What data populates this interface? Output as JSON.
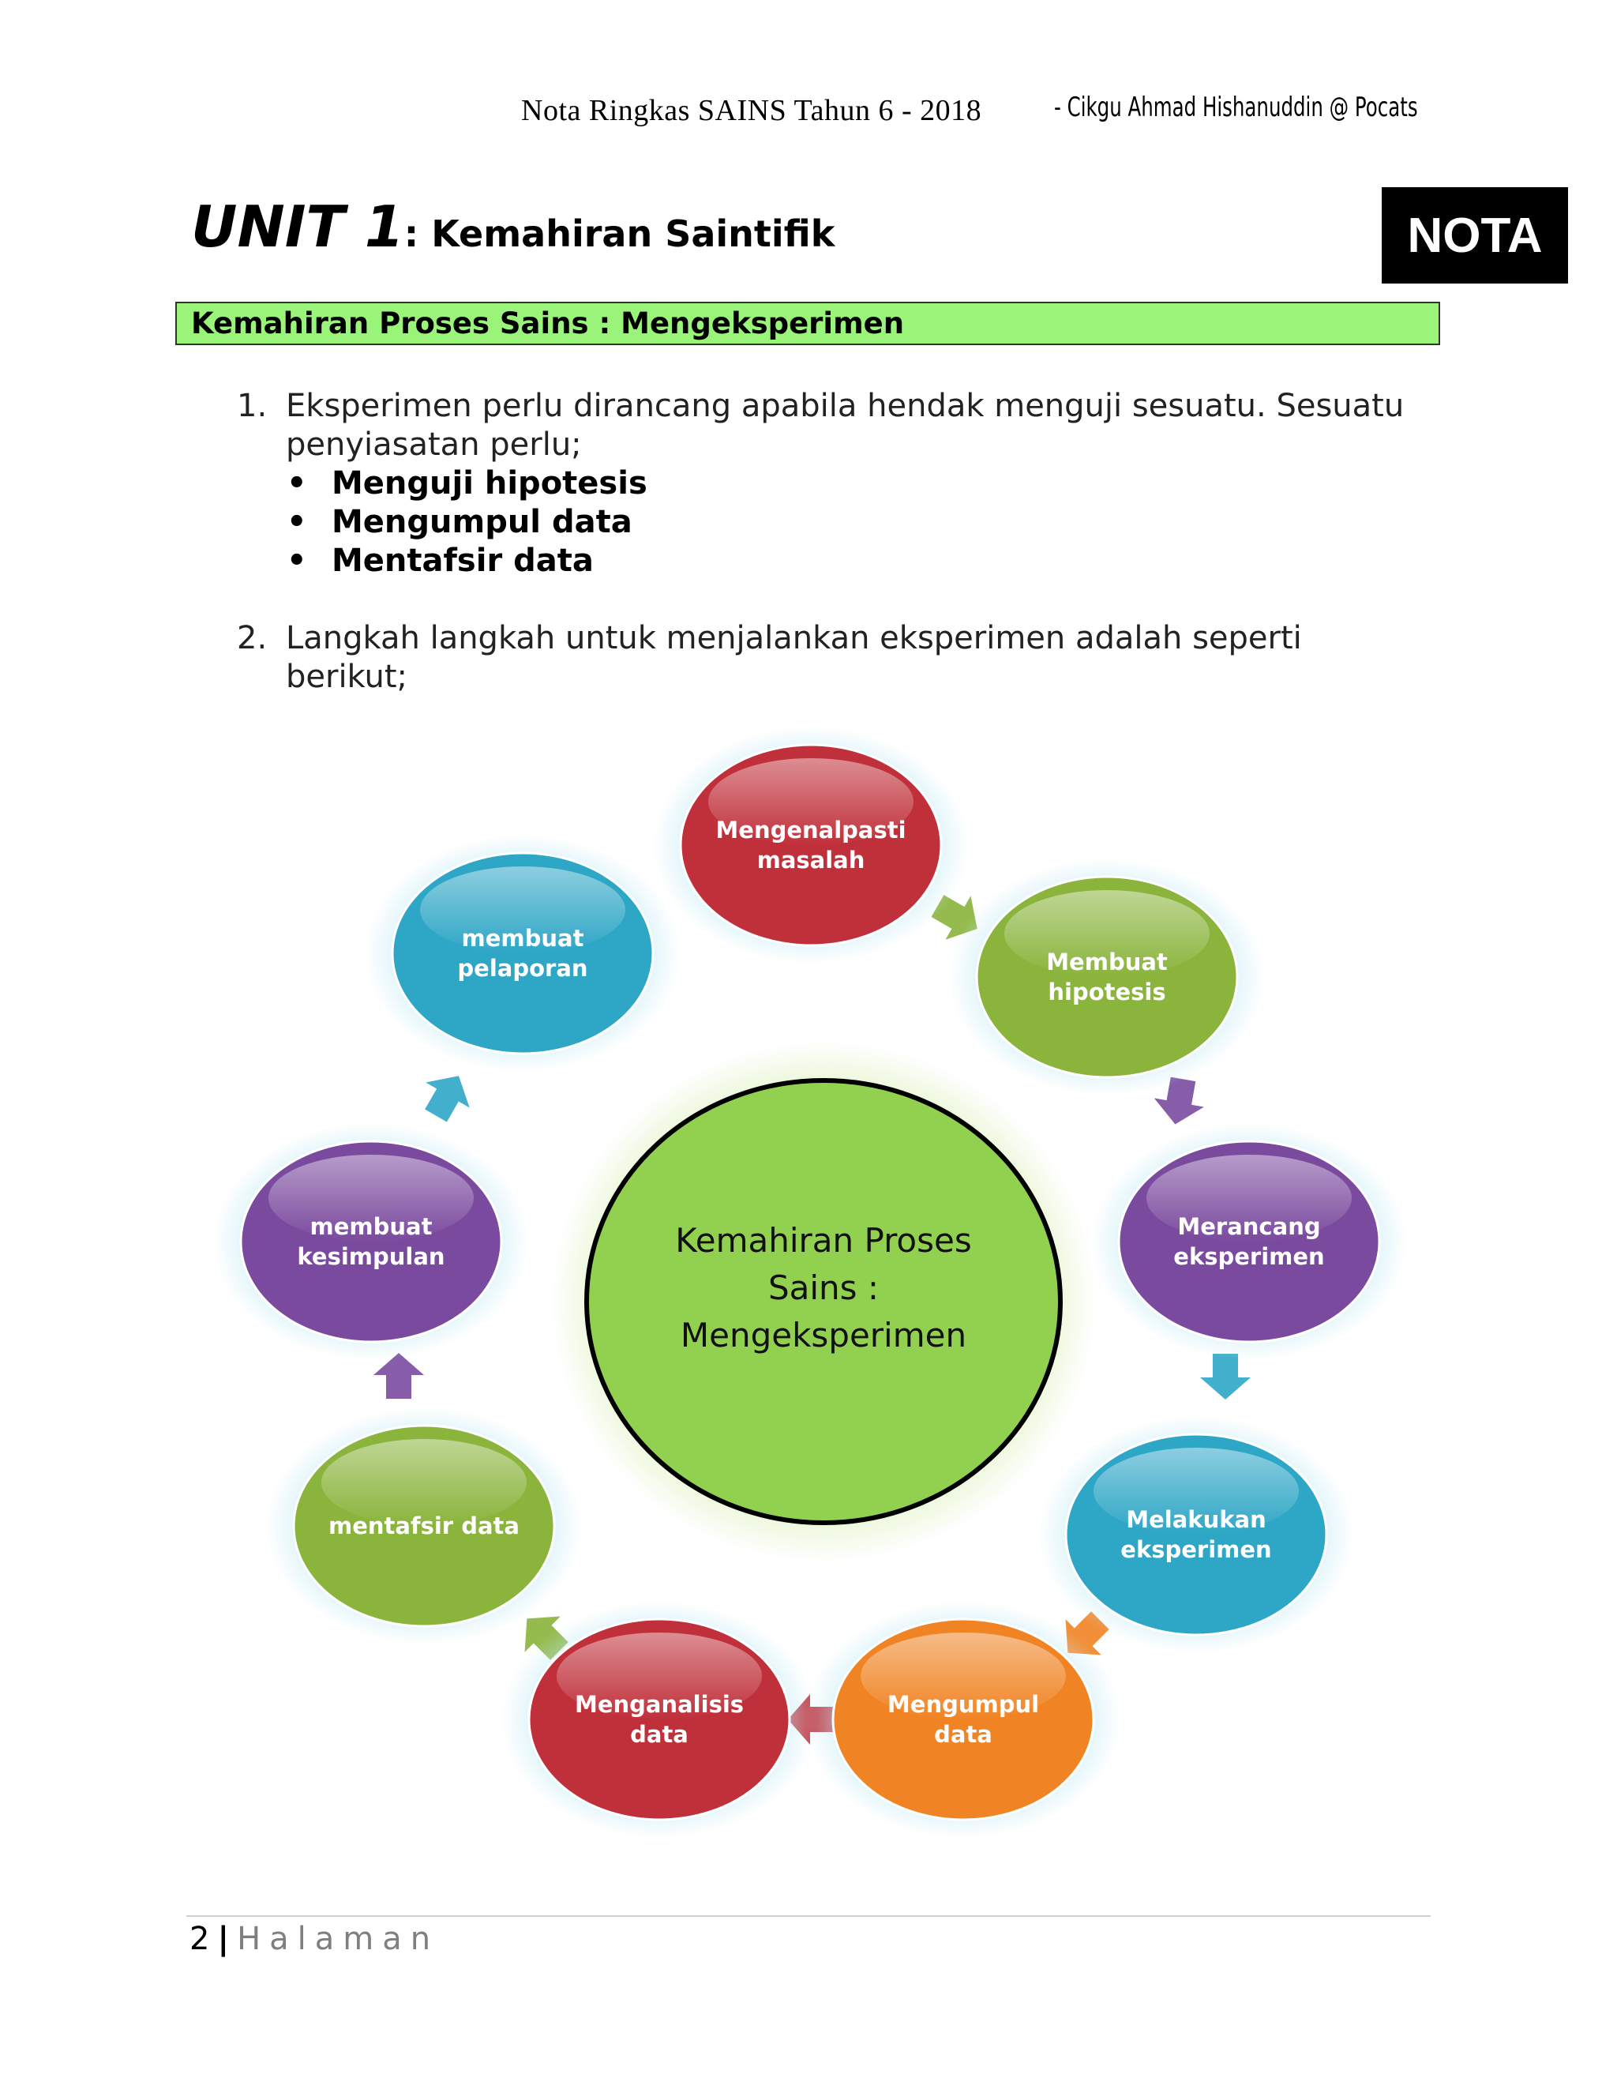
{
  "header": {
    "left": "Nota Ringkas SAINS Tahun 6 - 2018",
    "right": "- Cikgu Ahmad Hishanuddin @ Pocats"
  },
  "unit": {
    "number": "UNIT 1",
    "rest": ": Kemahiran Saintifik"
  },
  "badge": "NOTA",
  "section_title": "Kemahiran Proses Sains : Mengeksperimen",
  "items": [
    {
      "num": "1.",
      "text": "Eksperimen perlu dirancang apabila hendak menguji sesuatu. Sesuatu penyiasatan perlu;",
      "bullets": [
        "Menguji hipotesis",
        "Mengumpul data",
        "Mentafsir data"
      ]
    },
    {
      "num": "2.",
      "text": "Langkah langkah untuk menjalankan eksperimen adalah seperti berikut;"
    }
  ],
  "diagram": {
    "center": [
      "Kemahiran Proses",
      "Sains :",
      "Mengeksperimen"
    ],
    "nodes": [
      {
        "lines": [
          "Mengenalpasti",
          "masalah"
        ],
        "color": "#c0303a"
      },
      {
        "lines": [
          "Membuat",
          "hipotesis"
        ],
        "color": "#8ab43c"
      },
      {
        "lines": [
          "Merancang",
          "eksperimen"
        ],
        "color": "#7a4a9e"
      },
      {
        "lines": [
          "Melakukan",
          "eksperimen"
        ],
        "color": "#2ea6c6"
      },
      {
        "lines": [
          "Mengumpul",
          "data"
        ],
        "color": "#f08424"
      },
      {
        "lines": [
          "Menganalisis",
          "data"
        ],
        "color": "#c0303a"
      },
      {
        "lines": [
          "mentafsir data"
        ],
        "color": "#8ab43c"
      },
      {
        "lines": [
          "membuat",
          "kesimpulan"
        ],
        "color": "#7a4a9e"
      },
      {
        "lines": [
          "membuat",
          "pelaporan"
        ],
        "color": "#2ea6c6"
      }
    ]
  },
  "footer": {
    "page": "2",
    "sep": "|",
    "label": "Halaman"
  }
}
